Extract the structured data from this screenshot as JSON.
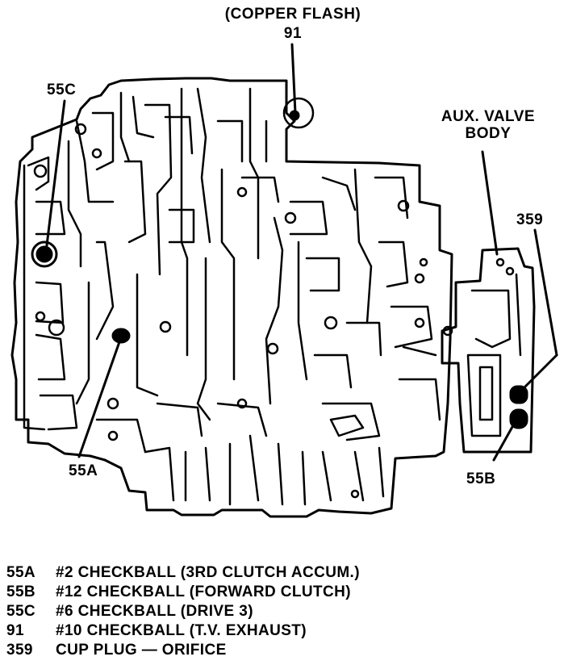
{
  "callouts": {
    "copper_flash": "(COPPER FLASH)",
    "c91": "91",
    "c55c": "55C",
    "aux_valve_body_line1": "AUX. VALVE",
    "aux_valve_body_line2": "BODY",
    "c359": "359",
    "c55a": "55A",
    "c55b": "55B"
  },
  "legend": [
    {
      "code": "55A",
      "text": "#2 CHECKBALL (3RD CLUTCH ACCUM.)"
    },
    {
      "code": "55B",
      "text": "#12 CHECKBALL (FORWARD CLUTCH)"
    },
    {
      "code": "55C",
      "text": "#6 CHECKBALL (DRIVE 3)"
    },
    {
      "code": "91",
      "text": "#10 CHECKBALL (T.V. EXHAUST)"
    },
    {
      "code": "359",
      "text": "CUP PLUG — ORIFICE"
    }
  ],
  "colors": {
    "ink": "#000000",
    "paper": "#ffffff"
  }
}
